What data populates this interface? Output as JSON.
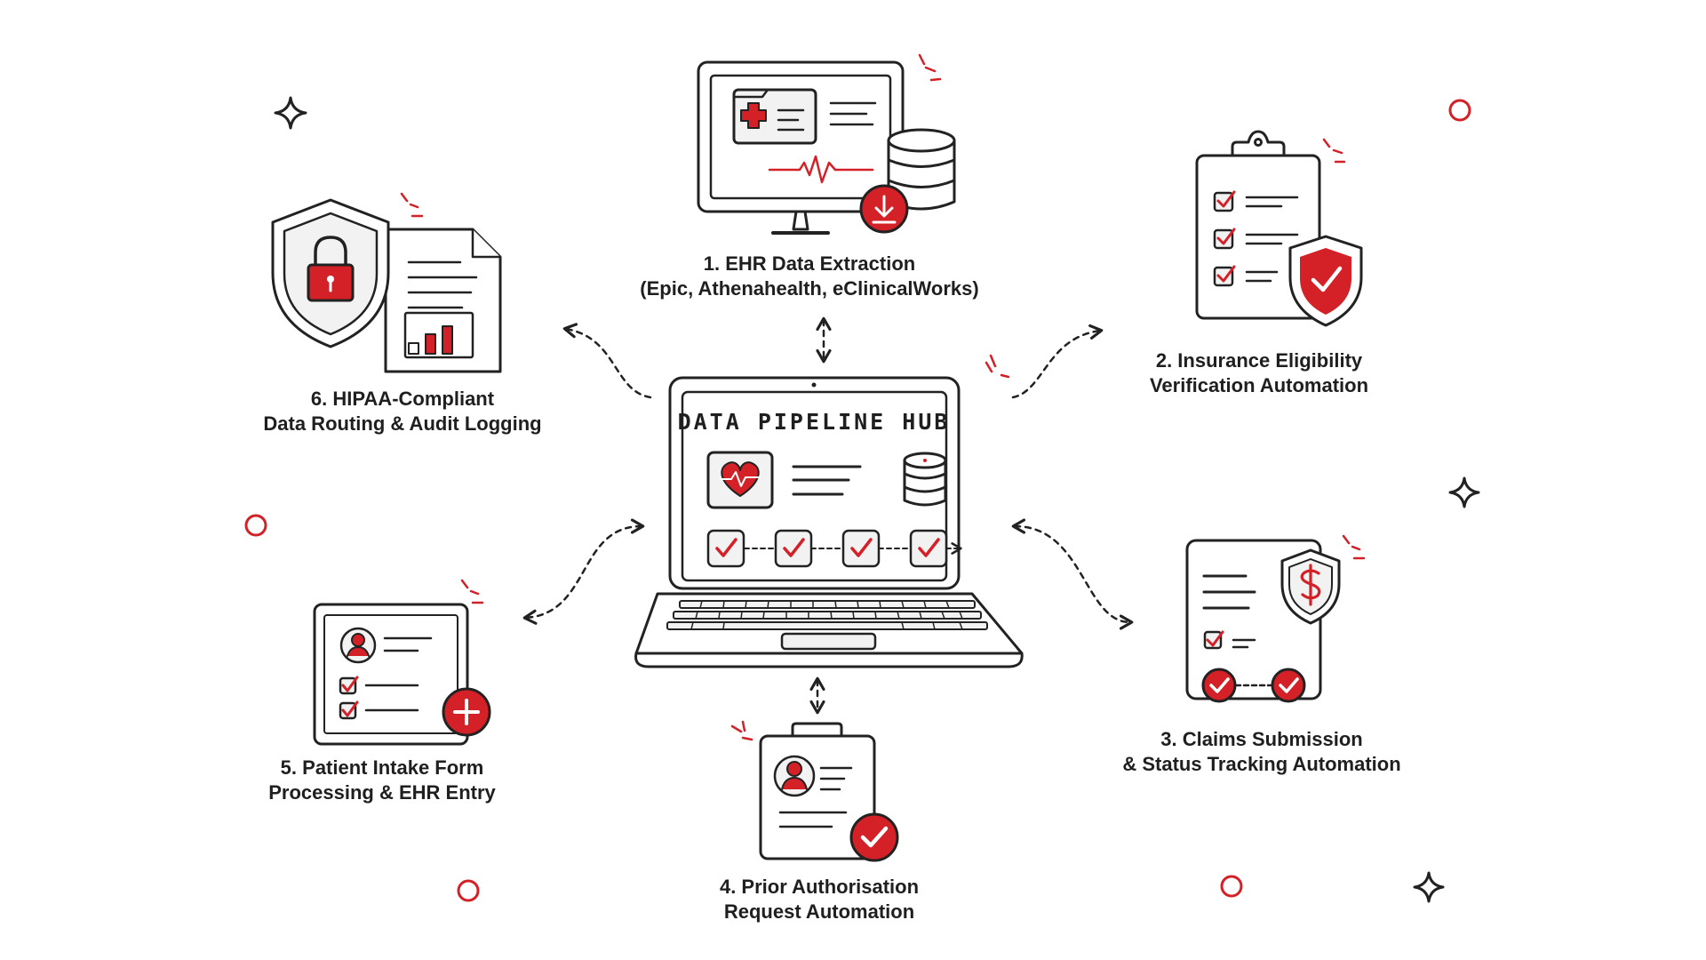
{
  "colors": {
    "ink": "#222222",
    "accent": "#d42027",
    "panel": "#f2f2f2",
    "background": "#ffffff"
  },
  "hub": {
    "title": "DATA PIPELINE HUB"
  },
  "nodes": [
    {
      "id": "ehr-extraction",
      "line1": "1. EHR Data Extraction",
      "line2": "(Epic, Athenahealth, eClinicalWorks)",
      "icon": "monitor-database-icon"
    },
    {
      "id": "insurance-eligibility",
      "line1": "2. Insurance Eligibility",
      "line2": "Verification Automation",
      "icon": "clipboard-shield-icon"
    },
    {
      "id": "claims-submission",
      "line1": "3. Claims Submission",
      "line2": "& Status Tracking Automation",
      "icon": "claims-document-icon"
    },
    {
      "id": "prior-authorisation",
      "line1": "4. Prior Authorisation",
      "line2": "Request Automation",
      "icon": "clipboard-patient-icon"
    },
    {
      "id": "patient-intake",
      "line1": "5. Patient Intake Form",
      "line2": "Processing & EHR Entry",
      "icon": "intake-form-icon"
    },
    {
      "id": "hipaa-routing",
      "line1": "6. HIPAA-Compliant",
      "line2": "Data Routing & Audit Logging",
      "icon": "shield-lock-report-icon"
    }
  ]
}
